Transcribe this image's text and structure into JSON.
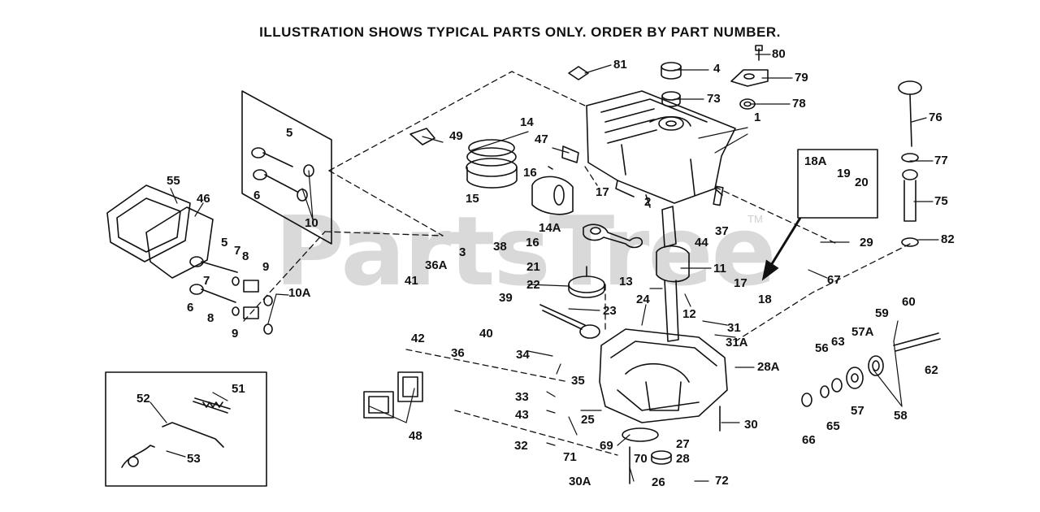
{
  "header": {
    "text": "ILLUSTRATION SHOWS TYPICAL PARTS ONLY. ORDER BY PART NUMBER."
  },
  "watermark": {
    "text": "PartsTree",
    "mark": "TM",
    "color": "#d9d9d9"
  },
  "callouts": {
    "c1": "1",
    "c2": "2",
    "c3": "3",
    "c4": "4",
    "c5a": "5",
    "c5b": "5",
    "c6a": "6",
    "c6b": "6",
    "c7a": "7",
    "c7b": "7",
    "c8a": "8",
    "c8b": "8",
    "c9a": "9",
    "c9b": "9",
    "c10": "10",
    "c10A": "10A",
    "c11": "11",
    "c12": "12",
    "c13": "13",
    "c14": "14",
    "c14A": "14A",
    "c15": "15",
    "c16a": "16",
    "c16b": "16",
    "c17a": "17",
    "c17b": "17",
    "c18": "18",
    "c18A": "18A",
    "c19": "19",
    "c20": "20",
    "c21": "21",
    "c22": "22",
    "c23": "23",
    "c24": "24",
    "c25": "25",
    "c26": "26",
    "c27": "27",
    "c28": "28",
    "c28A": "28A",
    "c29": "29",
    "c30": "30",
    "c30A": "30A",
    "c31": "31",
    "c31A": "31A",
    "c32": "32",
    "c33": "33",
    "c34": "34",
    "c35": "35",
    "c36": "36",
    "c36A": "36A",
    "c37": "37",
    "c38": "38",
    "c39": "39",
    "c40": "40",
    "c41": "41",
    "c42": "42",
    "c43": "43",
    "c44": "44",
    "c46": "46",
    "c47": "47",
    "c48": "48",
    "c49": "49",
    "c51": "51",
    "c52": "52",
    "c53": "53",
    "c55": "55",
    "c56": "56",
    "c57": "57",
    "c57A": "57A",
    "c58": "58",
    "c59": "59",
    "c60": "60",
    "c62": "62",
    "c63": "63",
    "c65": "65",
    "c66": "66",
    "c67": "67",
    "c69": "69",
    "c70": "70",
    "c71": "71",
    "c72": "72",
    "c73": "73",
    "c75": "75",
    "c76": "76",
    "c77": "77",
    "c78": "78",
    "c79": "79",
    "c80": "80",
    "c81": "81",
    "c82": "82"
  }
}
